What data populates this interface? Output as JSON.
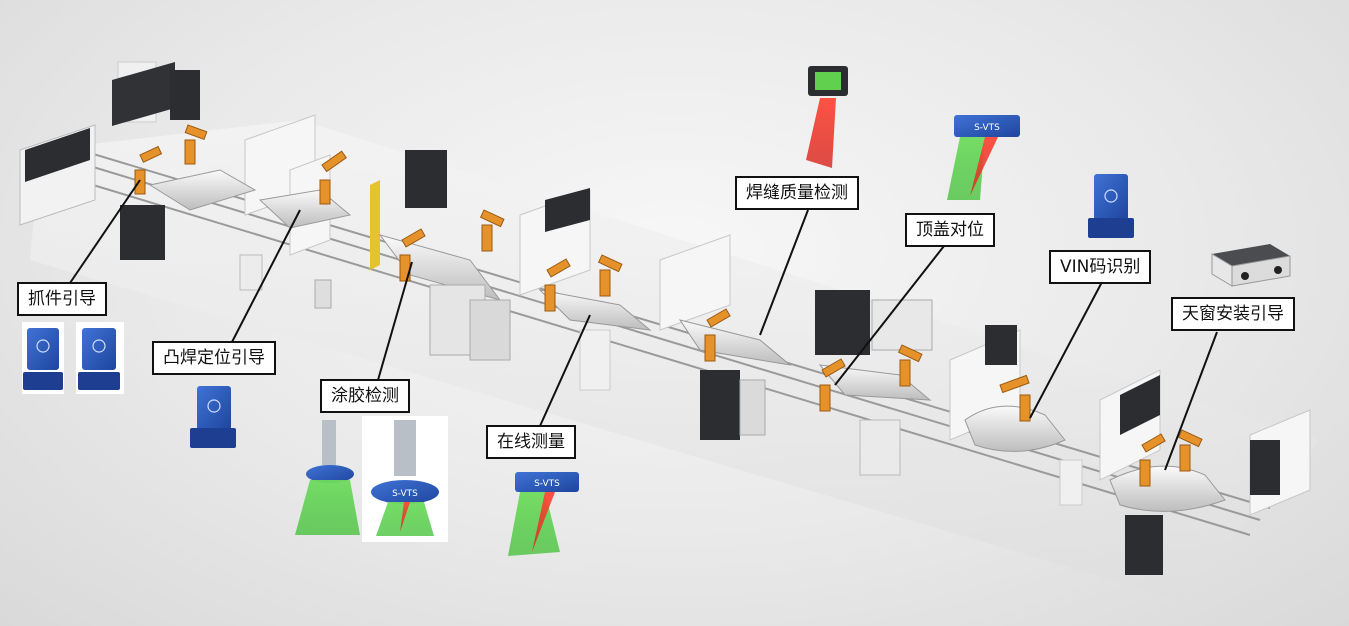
{
  "labels": {
    "grasp_guidance": "抓件引导",
    "projection_weld_guidance": "凸焊定位引导",
    "glue_inspection": "涂胶检测",
    "online_measurement": "在线测量",
    "weld_seam_inspection": "焊缝质量检测",
    "roof_alignment": "顶盖对位",
    "vin_recognition": "VIN码识别",
    "sunroof_guidance": "天窗安装引导"
  },
  "brand_text": "S-VTS",
  "colors": {
    "background": "#e6e6e6",
    "robot_orange": "#e6922a",
    "sensor_blue": "#2a56b8",
    "laser_green": "#46c93c",
    "laser_red": "#e5322b",
    "cabinet_dark": "#2b2d30",
    "fence_white": "#f4f4f4",
    "fence_yellow": "#e7c22e",
    "rail_gray": "#9a9a9a"
  },
  "icons": [
    "robot-arm-icon",
    "camera-sensor-icon",
    "laser-scanner-icon",
    "control-cabinet-icon",
    "car-body-icon"
  ]
}
